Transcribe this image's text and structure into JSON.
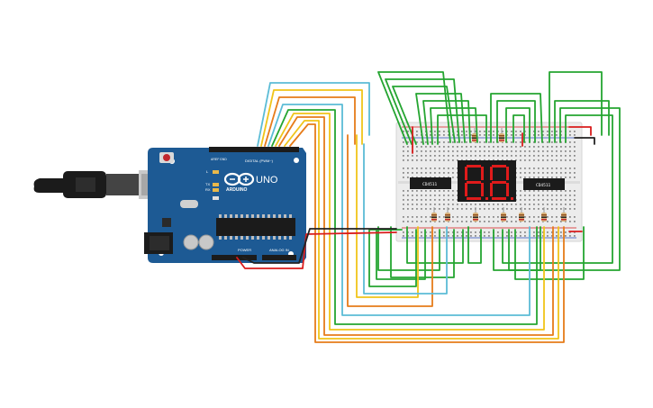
{
  "canvas": {
    "background": "#ffffff"
  },
  "arduino": {
    "brand": "ARDUINO",
    "model": "UNO",
    "digital_label": "DIGITAL (PWM~)",
    "analog_label": "ANALOG IN",
    "power_label": "POWER",
    "aref_label": "AREF",
    "gnd_label": "GND",
    "tx_label": "TX",
    "rx_label": "RX",
    "l_label": "L",
    "board_color": "#1d5a94",
    "chip_color": "#1b1b1b"
  },
  "breadboard": {
    "color": "#ececec",
    "hole_color": "#7a7a7a"
  },
  "chips": [
    {
      "label": "CD4511"
    },
    {
      "label": "CD4511"
    }
  ],
  "display": {
    "digits": "88",
    "segment_color": "#e01b1b",
    "body_color": "#1a1a1a"
  },
  "usb_cable": {
    "color": "#1b1b1b"
  },
  "wire_colors": {
    "green": "#25a531",
    "yellow": "#f0c419",
    "orange": "#e67c1a",
    "cyan": "#5bbcd6",
    "red": "#d91c1c",
    "black": "#222222"
  }
}
